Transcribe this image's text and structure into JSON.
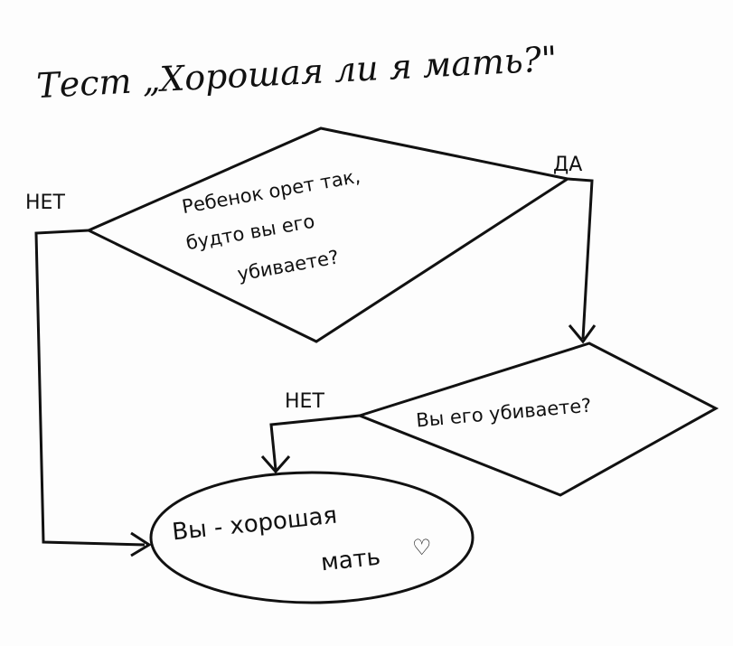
{
  "title": "Тест „Хорошая ли я мать?\"",
  "q1": {
    "line1": "Ребенок орет так,",
    "line2": "будто вы его",
    "line3": "убиваете?"
  },
  "q2": "Вы его убиваете?",
  "labels": {
    "no1": "НЕТ",
    "yes": "ДА",
    "no2": "НЕТ"
  },
  "result": {
    "line1": "Вы - хорошая",
    "line2": "мать"
  }
}
